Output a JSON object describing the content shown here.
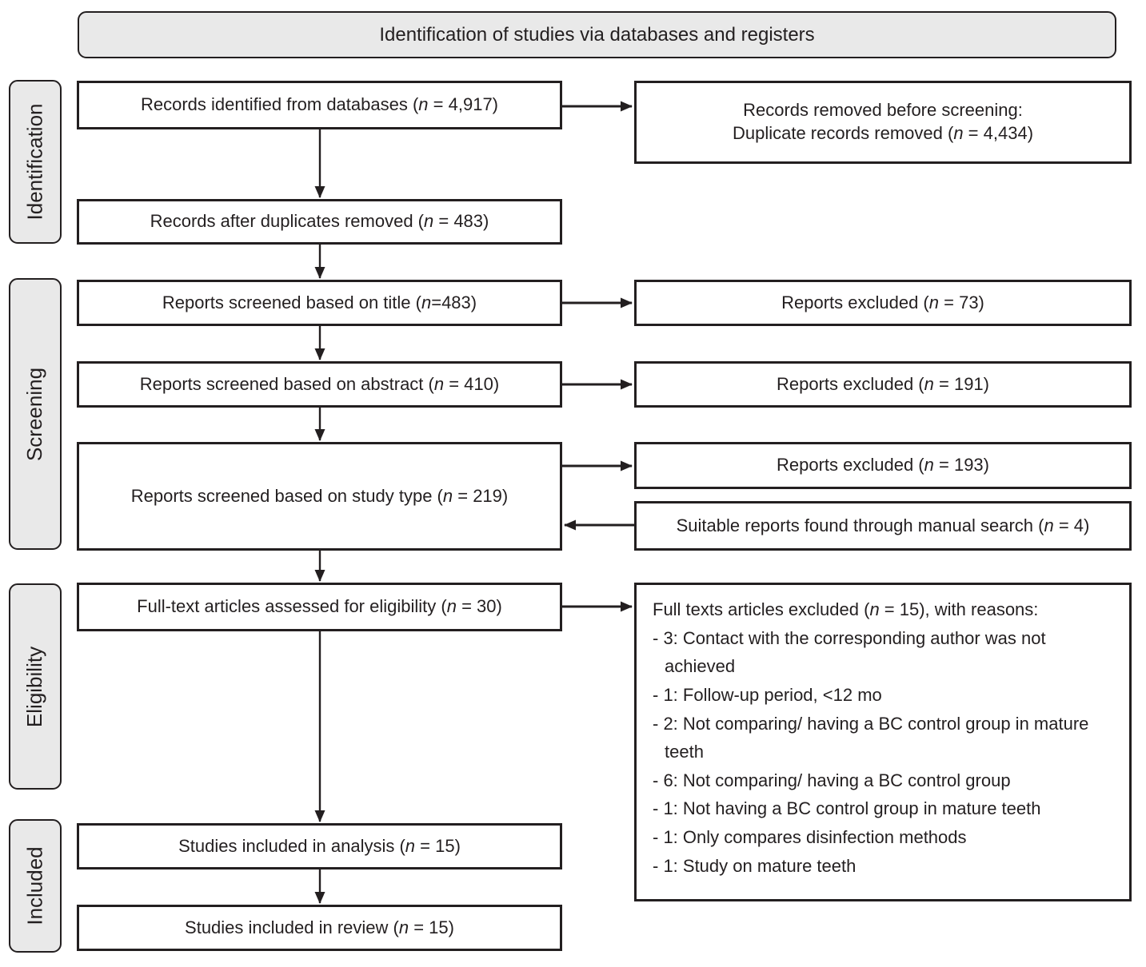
{
  "colors": {
    "box_border": "#231f20",
    "panel_fill": "#e9e9e9",
    "text": "#231f20"
  },
  "header": {
    "title": "Identification of studies via databases and registers"
  },
  "sidebar": {
    "stages": [
      "Identification",
      "Screening",
      "Eligibility",
      "Included"
    ]
  },
  "flow": {
    "records_identified": {
      "parts": [
        {
          "t": "Records identified from databases ("
        },
        {
          "t": "n",
          "i": true
        },
        {
          "t": " = 4,917)"
        }
      ]
    },
    "records_after_duplicates": {
      "parts": [
        {
          "t": "Records after duplicates removed ("
        },
        {
          "t": "n",
          "i": true
        },
        {
          "t": " = 483)"
        }
      ]
    },
    "screened_title": {
      "parts": [
        {
          "t": "Reports screened based on title ("
        },
        {
          "t": "n",
          "i": true
        },
        {
          "t": "=483)"
        }
      ]
    },
    "screened_abstract": {
      "parts": [
        {
          "t": "Reports screened based on abstract ("
        },
        {
          "t": "n",
          "i": true
        },
        {
          "t": " = 410)"
        }
      ]
    },
    "screened_study_type": {
      "parts": [
        {
          "t": "Reports screened based on study type ("
        },
        {
          "t": "n",
          "i": true
        },
        {
          "t": " = 219)"
        }
      ]
    },
    "fulltext_assessed": {
      "parts": [
        {
          "t": "Full-text articles assessed for eligibility ("
        },
        {
          "t": "n",
          "i": true
        },
        {
          "t": " = 30)"
        }
      ]
    },
    "included_analysis": {
      "parts": [
        {
          "t": "Studies included in analysis ("
        },
        {
          "t": "n",
          "i": true
        },
        {
          "t": " = 15)"
        }
      ]
    },
    "included_review": {
      "parts": [
        {
          "t": "Studies included in review ("
        },
        {
          "t": "n",
          "i": true
        },
        {
          "t": " = 15)"
        }
      ]
    }
  },
  "right": {
    "removed_before_screening": {
      "line1": "Records removed before screening:",
      "line2_parts": [
        {
          "t": "Duplicate records removed ("
        },
        {
          "t": "n",
          "i": true
        },
        {
          "t": " = 4,434)"
        }
      ]
    },
    "excluded_title": {
      "parts": [
        {
          "t": "Reports excluded ("
        },
        {
          "t": "n",
          "i": true
        },
        {
          "t": " = 73)"
        }
      ]
    },
    "excluded_abstract": {
      "parts": [
        {
          "t": "Reports excluded ("
        },
        {
          "t": "n",
          "i": true
        },
        {
          "t": " = 191)"
        }
      ]
    },
    "excluded_study_type": {
      "parts": [
        {
          "t": "Reports excluded ("
        },
        {
          "t": "n",
          "i": true
        },
        {
          "t": " = 193)"
        }
      ]
    },
    "manual_search": {
      "parts": [
        {
          "t": "Suitable reports found through manual search ("
        },
        {
          "t": "n",
          "i": true
        },
        {
          "t": " = 4)"
        }
      ]
    },
    "fulltext_excluded": {
      "heading_parts": [
        {
          "t": "Full texts articles excluded ("
        },
        {
          "t": "n",
          "i": true
        },
        {
          "t": " = 15), with reasons:"
        }
      ],
      "reasons": [
        "- 3: Contact with the corresponding author was not achieved",
        "- 1: Follow-up period, <12 mo",
        "- 2: Not comparing/ having a BC control group in mature teeth",
        "- 6: Not comparing/ having a BC control group",
        "- 1: Not having a BC control group in mature teeth",
        "- 1: Only compares disinfection methods",
        "- 1: Study on mature teeth"
      ]
    }
  }
}
